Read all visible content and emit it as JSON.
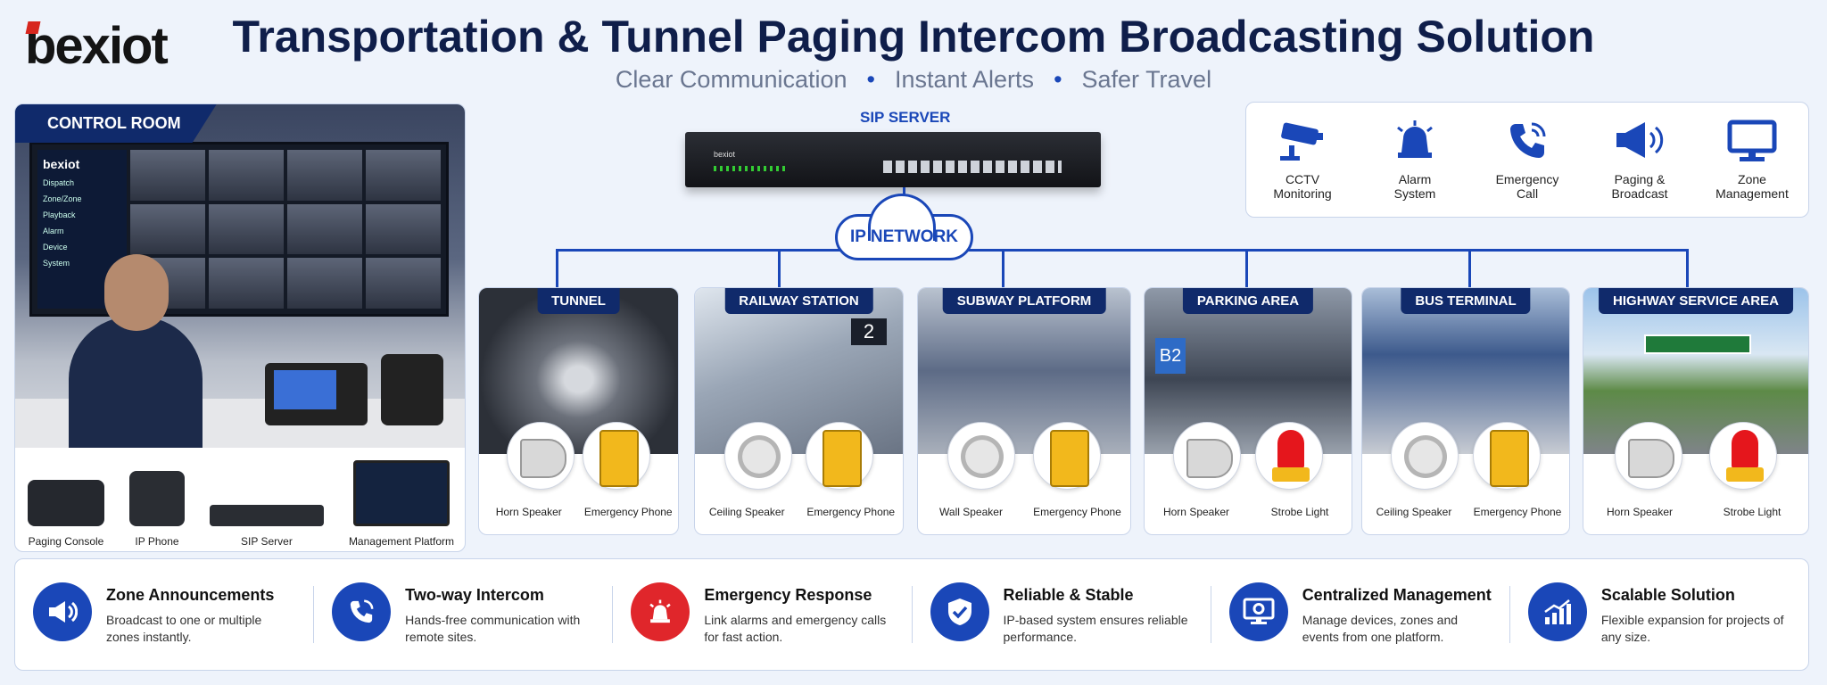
{
  "brand": {
    "logo": "bexiot"
  },
  "header": {
    "title": "Transportation & Tunnel Paging Intercom Broadcasting Solution",
    "tagline": [
      "Clear Communication",
      "Instant Alerts",
      "Safer Travel"
    ]
  },
  "control_room": {
    "label": "CONTROL ROOM",
    "screen_menu": {
      "logo": "bexiot",
      "items": [
        "Dispatch",
        "Zone/Zone",
        "Playback",
        "Alarm",
        "Device",
        "System"
      ]
    },
    "devices": [
      "Paging Console",
      "IP Phone",
      "SIP Server",
      "Management Platform"
    ]
  },
  "network": {
    "server_label": "SIP SERVER",
    "server_brand": "bexiot",
    "cloud_label": "IP NETWORK"
  },
  "features": [
    {
      "icon": "cctv-icon",
      "line1": "CCTV",
      "line2": "Monitoring"
    },
    {
      "icon": "alarm-icon",
      "line1": "Alarm",
      "line2": "System"
    },
    {
      "icon": "phone-icon",
      "line1": "Emergency",
      "line2": "Call"
    },
    {
      "icon": "megaphone-icon",
      "line1": "Paging &",
      "line2": "Broadcast"
    },
    {
      "icon": "monitor-icon",
      "line1": "Zone",
      "line2": "Management"
    }
  ],
  "scenarios": [
    {
      "label": "TUNNEL",
      "left": "Horn Speaker",
      "right": "Emergency Phone"
    },
    {
      "label": "RAILWAY STATION",
      "left": "Ceiling Speaker",
      "right": "Emergency Phone",
      "sign": "2"
    },
    {
      "label": "SUBWAY PLATFORM",
      "left": "Wall Speaker",
      "right": "Emergency Phone"
    },
    {
      "label": "PARKING AREA",
      "left": "Horn Speaker",
      "right": "Strobe Light",
      "sign": "B2"
    },
    {
      "label": "BUS TERMINAL",
      "left": "Ceiling Speaker",
      "right": "Emergency Phone"
    },
    {
      "label": "HIGHWAY SERVICE AREA",
      "left": "Horn Speaker",
      "right": "Strobe Light"
    }
  ],
  "benefits": [
    {
      "title": "Zone Announcements",
      "desc": "Broadcast to one or multiple zones instantly.",
      "color": "#1a47b8"
    },
    {
      "title": "Two-way Intercom",
      "desc": "Hands-free communication with remote sites.",
      "color": "#1a47b8"
    },
    {
      "title": "Emergency Response",
      "desc": "Link alarms and emergency calls for fast action.",
      "color": "#e0262b"
    },
    {
      "title": "Reliable & Stable",
      "desc": "IP-based system ensures reliable performance.",
      "color": "#1a47b8"
    },
    {
      "title": "Centralized Management",
      "desc": "Manage devices, zones and events from one platform.",
      "color": "#1a47b8"
    },
    {
      "title": "Scalable Solution",
      "desc": "Flexible expansion for projects of any size.",
      "color": "#1a47b8"
    }
  ],
  "colors": {
    "primary": "#1a47b8",
    "navy": "#102a6b",
    "alert": "#e0262b",
    "phone_yellow": "#f2b81c"
  }
}
